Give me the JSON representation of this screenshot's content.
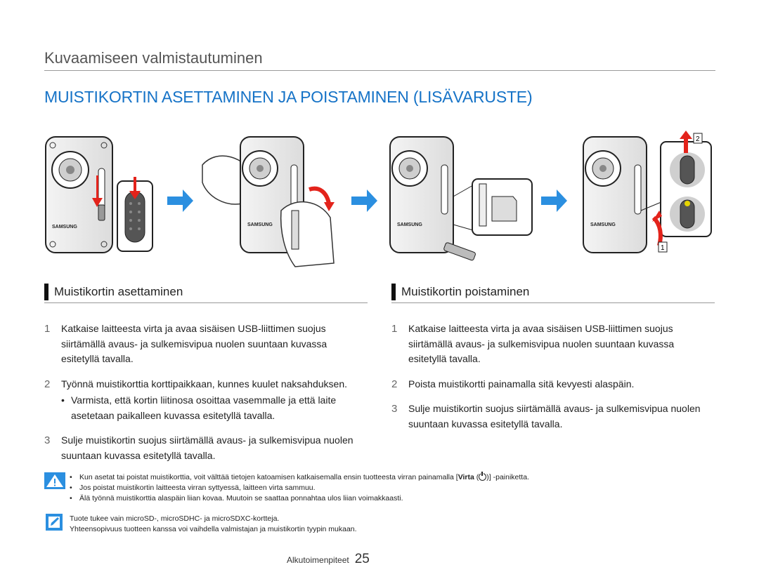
{
  "header": {
    "section_title": "Kuvaamiseen valmistautuminen",
    "main_title": "MUISTIKORTIN ASETTAMINEN JA POISTAMINEN (LISÄVARUSTE)"
  },
  "illustration": {
    "brand_labels": [
      "SAMSUNG",
      "SAMSUNG",
      "SAMSUNG",
      "SAMSUNG"
    ],
    "callout_1": "1",
    "callout_2": "2",
    "colors": {
      "arrow_blue": "#2b8fe0",
      "arrow_red": "#e3231b"
    }
  },
  "insert": {
    "heading": "Muistikortin asettaminen",
    "steps": [
      {
        "num": "1",
        "text": "Katkaise laitteesta virta ja avaa sisäisen USB-liittimen suojus siirtämällä avaus- ja sulkemisvipua nuolen suuntaan kuvassa esitetyllä tavalla."
      },
      {
        "num": "2",
        "text": "Työnnä muistikorttia korttipaikkaan, kunnes kuulet naksahduksen.",
        "bullet": "Varmista, että kortin liitinosa osoittaa vasemmalle ja että laite asetetaan paikalleen kuvassa esitetyllä tavalla."
      },
      {
        "num": "3",
        "text": "Sulje muistikortin suojus siirtämällä avaus- ja sulkemisvipua nuolen suuntaan kuvassa esitetyllä tavalla."
      }
    ]
  },
  "remove": {
    "heading": "Muistikortin poistaminen",
    "steps": [
      {
        "num": "1",
        "text": "Katkaise laitteesta virta ja avaa sisäisen USB-liittimen suojus siirtämällä avaus- ja sulkemisvipua nuolen suuntaan kuvassa esitetyllä tavalla."
      },
      {
        "num": "2",
        "text": "Poista muistikortti painamalla sitä kevyesti alaspäin."
      },
      {
        "num": "3",
        "text": "Sulje muistikortin suojus siirtämällä avaus- ja sulkemisvipua nuolen suuntaan kuvassa esitetyllä tavalla."
      }
    ]
  },
  "caution": {
    "bullet_1_before": "Kun asetat tai poistat muistikorttia, voit välttää tietojen katoamisen katkaisemalla ensin tuotteesta virran painamalla [",
    "bullet_1_bold": "Virta",
    "bullet_1_after": "] -painiketta.",
    "bullet_2": "Jos poistat muistikortin laitteesta virran syttyessä, laitteen virta sammuu.",
    "bullet_3": "Älä työnnä muistikorttia alaspäin liian kovaa. Muutoin se saattaa ponnahtaa ulos liian voimakkaasti."
  },
  "tip": {
    "line_1": "Tuote tukee vain microSD-, microSDHC- ja microSDXC-kortteja.",
    "line_2": "Yhteensopivuus tuotteen kanssa voi vaihdella valmistajan ja muistikortin tyypin mukaan."
  },
  "footer": {
    "label": "Alkutoimenpiteet",
    "page": "25"
  }
}
